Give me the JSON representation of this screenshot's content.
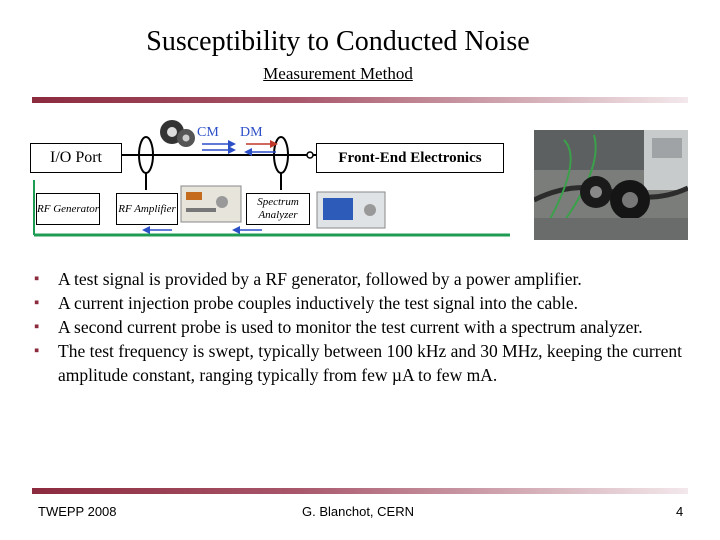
{
  "title": "Susceptibility to Conducted Noise",
  "subtitle": "Measurement Method",
  "diagram": {
    "io_port": "I/O Port",
    "front_end": "Front-End Electronics",
    "cm_label": "CM",
    "dm_label": "DM",
    "rf_generator": "RF Generator",
    "rf_amplifier": "RF Amplifier",
    "spectrum_analyzer": "Spectrum Analyzer",
    "colors": {
      "cable": "#000000",
      "ground": "#1f9c53",
      "arrows": "#2b4fc7",
      "dm_arrow": "#c0392b"
    }
  },
  "bullets": [
    "A test signal is provided by a RF generator, followed by a power amplifier.",
    "A current injection probe couples inductively the test signal into the cable.",
    "A second current probe is used to monitor the test current with a spectrum analyzer.",
    "The test frequency is swept, typically between 100 kHz and 30 MHz, keeping the current amplitude constant, ranging typically from few µA to few mA."
  ],
  "footer": {
    "left": "TWEPP 2008",
    "center": "G. Blanchot, CERN",
    "page": "4"
  },
  "accent_color": "#8c2a3e"
}
